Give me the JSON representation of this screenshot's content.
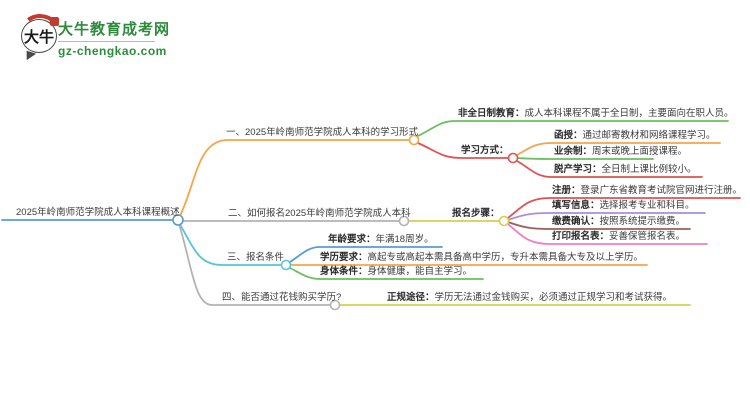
{
  "logo": {
    "icon_text": "大牛",
    "site_name": "大牛教育成考网",
    "site_url": "gz-chengkao.com"
  },
  "colors": {
    "brand_green": "#2e8b3e",
    "brand_red": "#c23b2e",
    "root_blue": "#5b9bd5",
    "orange": "#f5a54a",
    "green": "#6abf5e",
    "red": "#e05252",
    "grey": "#b3b3b3",
    "yellow": "#d6cf4b",
    "purple": "#a98fd8",
    "brown": "#9b6055",
    "pink": "#f07fc5",
    "cyan": "#56c5d8",
    "blue": "#5b9bd5"
  },
  "mindmap": {
    "root": "2025年岭南师范学院成人本科课程概述",
    "branches": [
      {
        "label": "一、2025年岭南师范学院成人本科的学习形式",
        "items": [
          {
            "term": "非全日制教育：",
            "desc": "成人本科课程不属于全日制，主要面向在职人员。"
          },
          {
            "term": "学习方式：",
            "desc": "",
            "subitems": [
              {
                "term": "函授：",
                "desc": "通过邮寄教材和网络课程学习。"
              },
              {
                "term": "业余制：",
                "desc": "周末或晚上面授课程。"
              },
              {
                "term": "脱产学习：",
                "desc": "全日制上课比例较小。"
              }
            ]
          }
        ]
      },
      {
        "label": "二、如何报名2025年岭南师范学院成人本科",
        "items": [
          {
            "term": "报名步骤：",
            "desc": "",
            "subitems": [
              {
                "term": "注册：",
                "desc": "登录广东省教育考试院官网进行注册。"
              },
              {
                "term": "填写信息：",
                "desc": "选择报考专业和科目。"
              },
              {
                "term": "缴费确认：",
                "desc": "按照系统提示缴费。"
              },
              {
                "term": "打印报名表：",
                "desc": "妥善保管报名表。"
              }
            ]
          }
        ]
      },
      {
        "label": "三、报名条件",
        "items": [
          {
            "term": "年龄要求：",
            "desc": "年满18周岁。"
          },
          {
            "term": "学历要求：",
            "desc": "高起专或高起本需具备高中学历，专升本需具备大专及以上学历。"
          },
          {
            "term": "身体条件：",
            "desc": "身体健康，能自主学习。"
          }
        ]
      },
      {
        "label": "四、能否通过花钱购买学历?",
        "items": [
          {
            "term": "正规途径：",
            "desc": "学历无法通过金钱购买，必须通过正规学习和考试获得。"
          }
        ]
      }
    ]
  }
}
